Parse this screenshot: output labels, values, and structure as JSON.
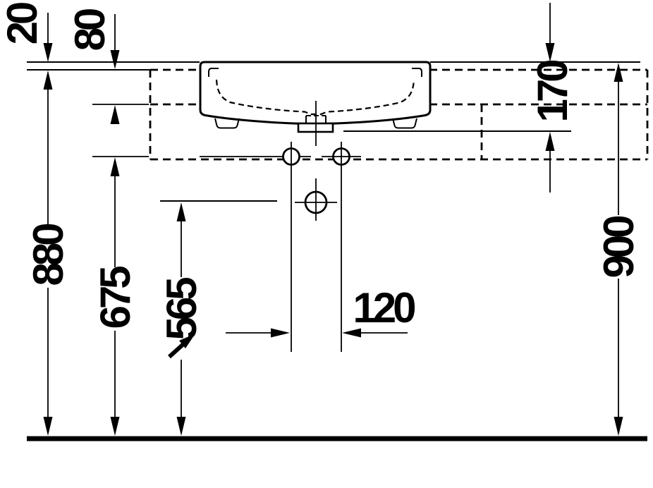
{
  "colors": {
    "ink": "#000000",
    "background": "#ffffff"
  },
  "dimensions": {
    "d20": "20",
    "d80": "80",
    "d170": "170",
    "d880": "880",
    "d900": "900",
    "d675": "675",
    "d565": "565",
    "d120": "120"
  }
}
